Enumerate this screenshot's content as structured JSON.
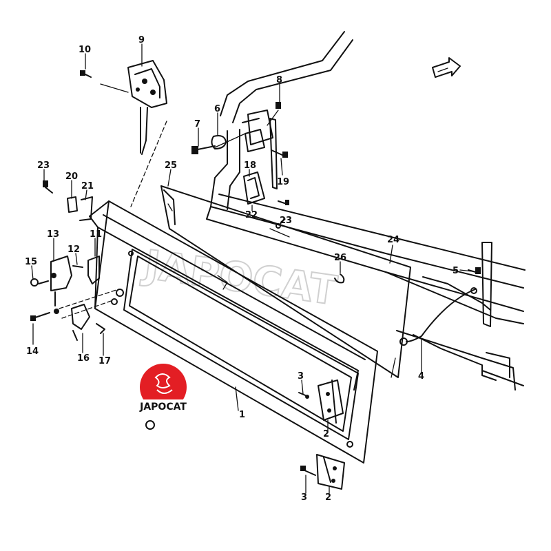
{
  "labels": {
    "p1": "1",
    "p2a": "2",
    "p2b": "2",
    "p3a": "3",
    "p3b": "3",
    "p4": "4",
    "p5": "5",
    "p6": "6",
    "p7": "7",
    "p8": "8",
    "p9": "9",
    "p10": "10",
    "p11": "11",
    "p12": "12",
    "p13": "13",
    "p14": "14",
    "p15": "15",
    "p16": "16",
    "p17": "17",
    "p18": "18",
    "p19": "19",
    "p20": "20",
    "p21": "21",
    "p22": "22",
    "p23a": "23",
    "p23b": "23",
    "p24": "24",
    "p25": "25",
    "p26": "26"
  },
  "watermark": "JAPOCAT",
  "logo": {
    "text": "JAPOCAT",
    "color": "#e31e24"
  },
  "colors": {
    "line": "#111111",
    "background": "#ffffff",
    "watermark": "#d0d0d0"
  }
}
